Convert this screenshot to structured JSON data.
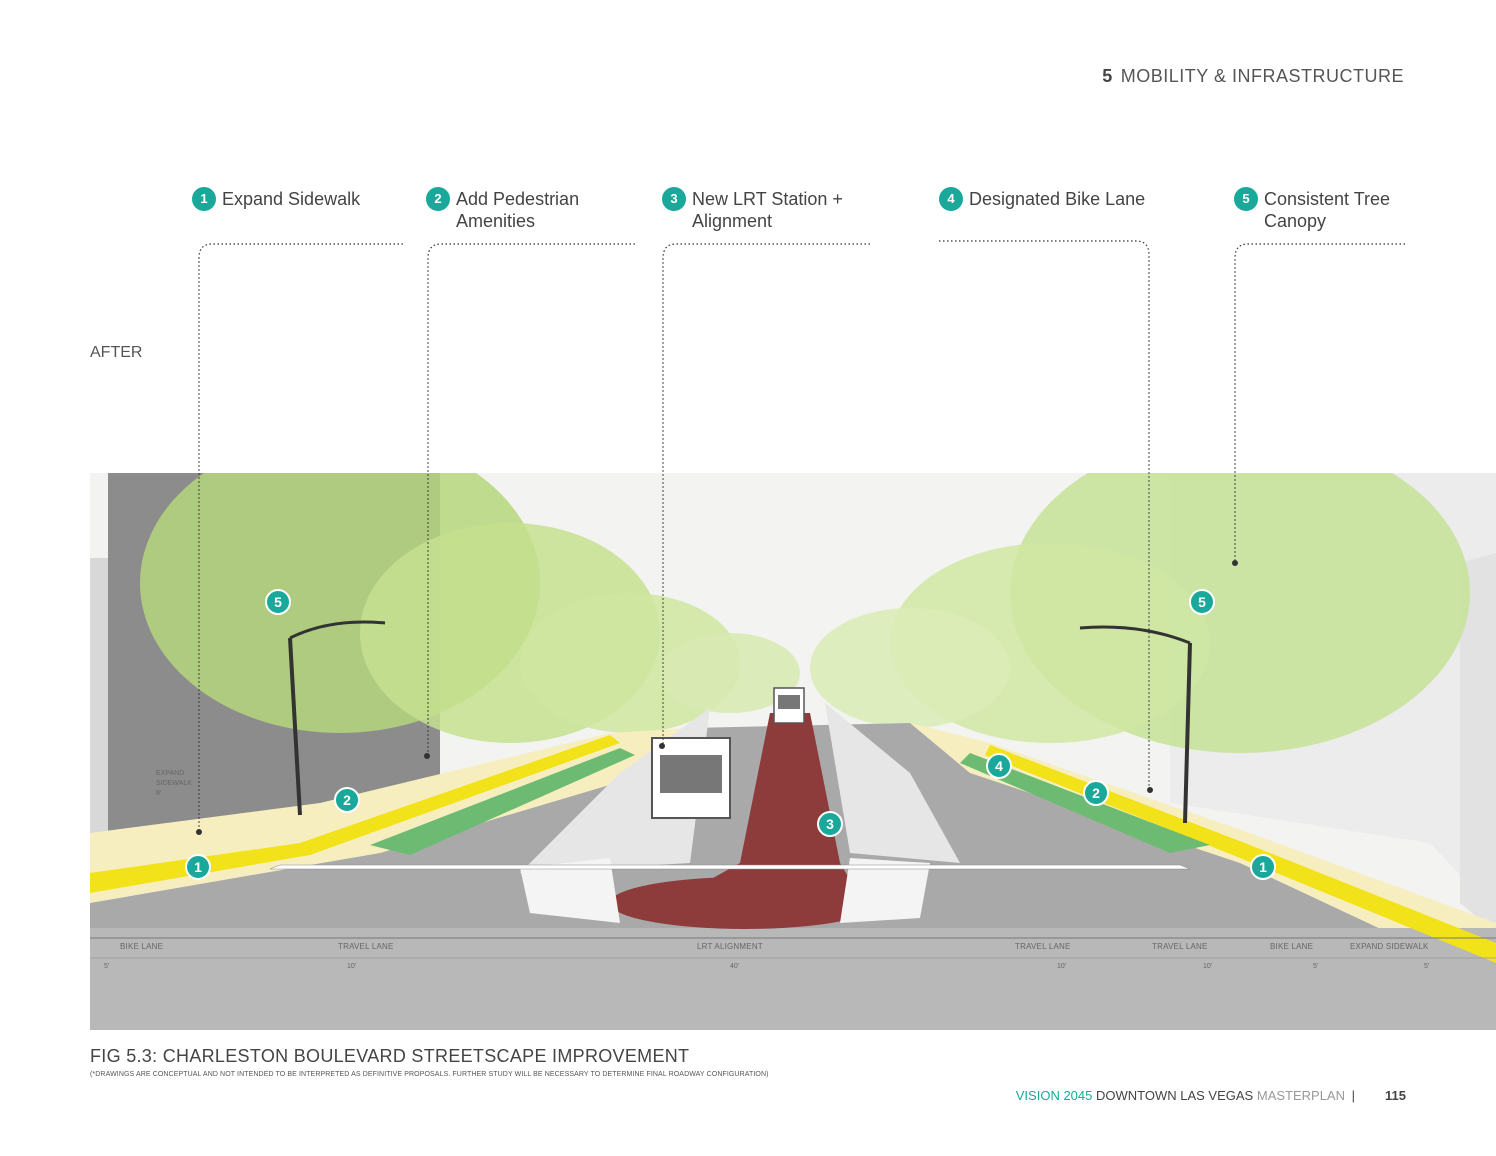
{
  "header": {
    "chapter_number": "5",
    "chapter_title": "MOBILITY &  INFRASTRUCTURE"
  },
  "view_label": "AFTER",
  "callouts": [
    {
      "number": "1",
      "label": "Expand Sidewalk"
    },
    {
      "number": "2",
      "label": "Add Pedestrian\nAmenities"
    },
    {
      "number": "3",
      "label": "New LRT Station +\nAlignment"
    },
    {
      "number": "4",
      "label": "Designated Bike Lane"
    },
    {
      "number": "5",
      "label": "Consistent Tree\nCanopy"
    }
  ],
  "scene": {
    "markers": [
      "5",
      "5",
      "2",
      "2",
      "3",
      "4",
      "1",
      "1"
    ],
    "side_note": "EXPAND\nSIDEWALK\n8'",
    "lane_labels": [
      "BIKE LANE",
      "TRAVEL LANE",
      "LRT ALIGNMENT",
      "TRAVEL LANE",
      "TRAVEL LANE",
      "BIKE LANE",
      "EXPAND SIDEWALK"
    ],
    "lane_widths": [
      "5'",
      "10'",
      "40'",
      "10'",
      "10'",
      "5'",
      "5'"
    ]
  },
  "figure": {
    "caption": "FIG  5.3:  CHARLESTON BOULEVARD STREETSCAPE IMPROVEMENT",
    "disclaimer": "(*DRAWINGS ARE CONCEPTUAL AND NOT INTENDED TO BE INTERPRETED AS DEFINITIVE PROPOSALS. FURTHER STUDY WILL BE NECESSARY TO DETERMINE FINAL ROADWAY CONFIGURATION)"
  },
  "footer": {
    "vision": "VISION 2045",
    "title_dark": "DOWNTOWN LAS VEGAS",
    "title_light": "MASTERPLAN",
    "separator": "|",
    "page_number": "115"
  },
  "colors": {
    "accent_teal": "#19a89a",
    "lrt_red": "#8e3b3b",
    "curb_yellow": "#f2e21a",
    "bike_green": "#6dbb73",
    "canopy_green": "#bfe08a"
  }
}
